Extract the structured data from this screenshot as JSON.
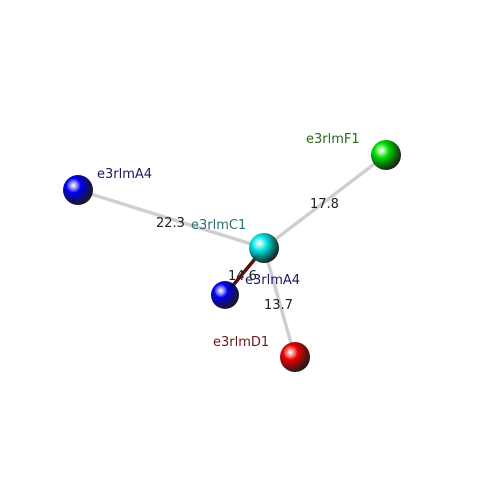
{
  "nodes": [
    {
      "id": "c1",
      "label": "e3rlmC1",
      "sphere_color": "#00e5e5",
      "label_color": "#2f6f6f"
    },
    {
      "id": "a4_left",
      "label": "e3rlmA4",
      "sphere_color": "#0000ee",
      "label_color": "#1a1a5a"
    },
    {
      "id": "a4_center",
      "label": "e3rlmA4",
      "sphere_color": "#0000ee",
      "label_color": "#1a1a5a"
    },
    {
      "id": "f1",
      "label": "e3rlmF1",
      "sphere_color": "#00dd00",
      "label_color": "#2a6a1a"
    },
    {
      "id": "d1",
      "label": "e3rlmD1",
      "sphere_color": "#ee0000",
      "label_color": "#6a1a1a"
    }
  ],
  "edges": [
    {
      "from": "c1",
      "to": "a4_left",
      "distance": "22.3",
      "color": "#cfcfcf"
    },
    {
      "from": "c1",
      "to": "f1",
      "distance": "17.8",
      "color": "#cfcfcf"
    },
    {
      "from": "c1",
      "to": "a4_center",
      "distance": "14.6",
      "color": "#5a1010"
    },
    {
      "from": "c1",
      "to": "d1",
      "distance": "13.7",
      "color": "#cfcfcf"
    }
  ]
}
